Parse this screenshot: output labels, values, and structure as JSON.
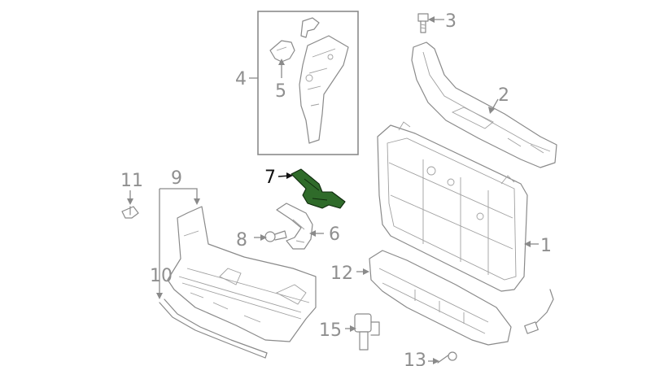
{
  "callouts": {
    "c1": "1",
    "c2": "2",
    "c3": "3",
    "c4": "4",
    "c5": "5",
    "c6": "6",
    "c7": "7",
    "c8": "8",
    "c9": "9",
    "c10": "10",
    "c11": "11",
    "c12": "12",
    "c13": "13",
    "c15": "15"
  },
  "highlighted_callout": "7",
  "colors": {
    "line": "#8a8a8a",
    "highlight_fill": "#2f6b2a",
    "highlight_text": "#111111"
  }
}
